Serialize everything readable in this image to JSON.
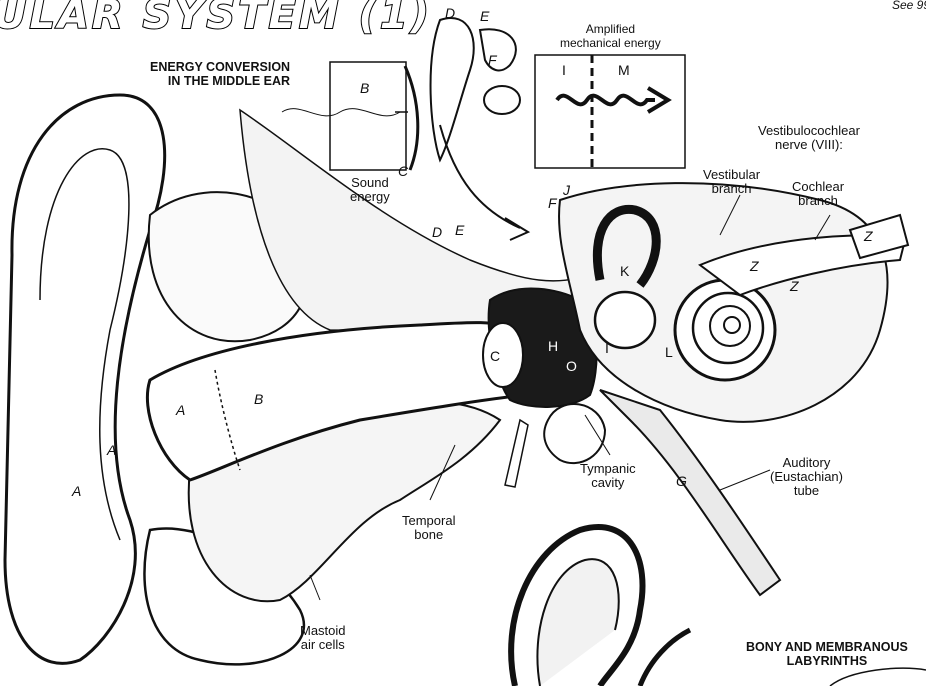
{
  "header": {
    "title": "ULAR SYSTEM (1)",
    "see_ref": "See 99"
  },
  "inset": {
    "heading_line1": "ENERGY CONVERSION",
    "heading_line2": "IN THE MIDDLE EAR",
    "sound_energy_line1": "Sound",
    "sound_energy_line2": "energy",
    "amplified_line1": "Amplified",
    "amplified_line2": "mechanical energy"
  },
  "labels": {
    "nerve_line1": "Vestibulocochlear",
    "nerve_line2": "nerve (VIII):",
    "vestibular_line1": "Vestibular",
    "vestibular_line2": "branch",
    "cochlear_line1": "Cochlear",
    "cochlear_line2": "branch",
    "tympanic_line1": "Tympanic",
    "tympanic_line2": "cavity",
    "auditory_line1": "Auditory",
    "auditory_line2": "(Eustachian)",
    "auditory_line3": "tube",
    "temporal_line1": "Temporal",
    "temporal_line2": "bone",
    "mastoid_line1": "Mastoid",
    "mastoid_line2": "air cells",
    "labyrinth_line1": "BONY AND MEMBRANOUS",
    "labyrinth_line2": "LABYRINTHS"
  },
  "letters": {
    "A": "A",
    "B": "B",
    "C": "C",
    "D": "D",
    "E": "E",
    "F": "F",
    "G": "G",
    "H": "H",
    "I": "I",
    "J": "J",
    "K": "K",
    "L": "L",
    "M": "M",
    "O": "O",
    "Z": "Z"
  }
}
